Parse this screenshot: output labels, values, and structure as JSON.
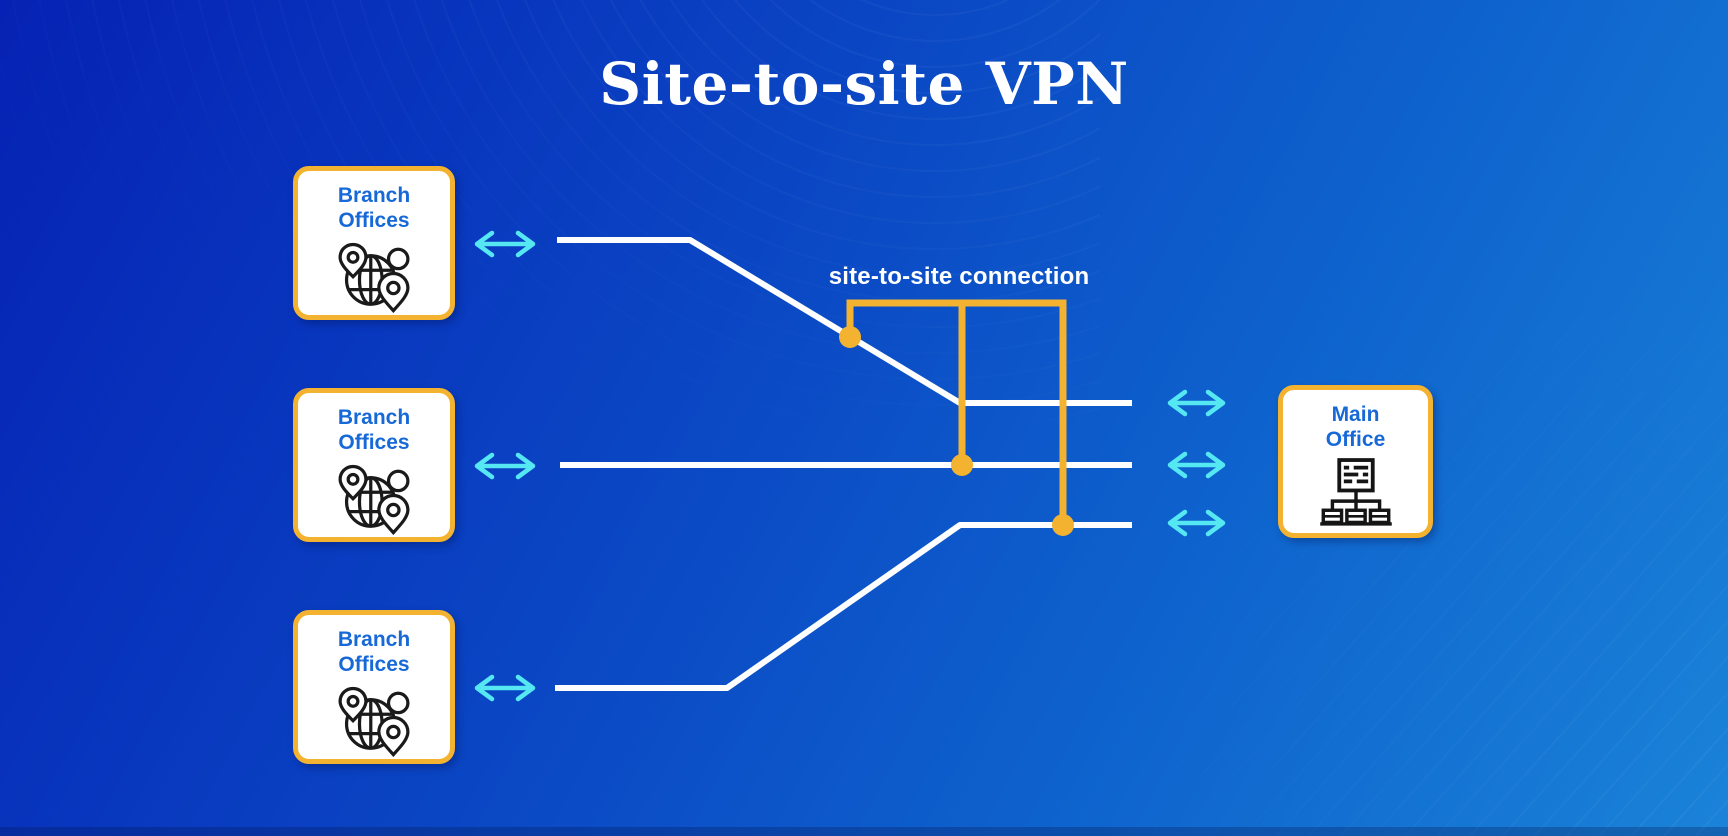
{
  "diagram": {
    "title": "Site-to-site VPN",
    "connection_label": "site-to-site connection",
    "branches": [
      {
        "name": "Branch Offices",
        "line1": "Branch",
        "line2": "Offices"
      },
      {
        "name": "Branch Offices",
        "line1": "Branch",
        "line2": "Offices"
      },
      {
        "name": "Branch Offices",
        "line1": "Branch",
        "line2": "Offices"
      }
    ],
    "main_office": {
      "name": "Main Office",
      "line1": "Main",
      "line2": "Office"
    },
    "icons": {
      "branch": "globe-with-location-pins-icon",
      "main": "server-network-tree-icon",
      "link": "bidirectional-arrow-icon"
    },
    "colors": {
      "background_top_left": "#0622b4",
      "background_bottom_right": "#1a83d8",
      "accent_yellow": "#f3b330",
      "arrow_cyan": "#55e7f2",
      "label_blue": "#1769d8",
      "line_white": "#ffffff"
    }
  }
}
